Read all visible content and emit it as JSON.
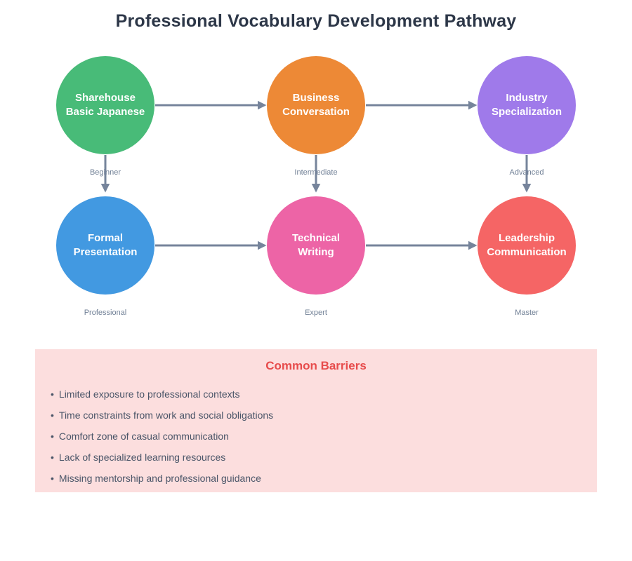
{
  "page": {
    "title": "Professional Vocabulary Development Pathway"
  },
  "diagram": {
    "arrow_color": "#76849b",
    "nodes": [
      {
        "label": "Sharehouse\nBasic Japanese",
        "level": "Beginner",
        "color": "#48bb78"
      },
      {
        "label": "Business\nConversation",
        "level": "Intermediate",
        "color": "#ed8936"
      },
      {
        "label": "Industry\nSpecialization",
        "level": "Advanced",
        "color": "#9f7aea"
      },
      {
        "label": "Formal\nPresentation",
        "level": "Professional",
        "color": "#4299e1"
      },
      {
        "label": "Technical\nWriting",
        "level": "Expert",
        "color": "#ed64a6"
      },
      {
        "label": "Leadership\nCommunication",
        "level": "Master",
        "color": "#f56565"
      }
    ],
    "connections": [
      "Sharehouse Basic Japanese -> Business Conversation",
      "Business Conversation -> Industry Specialization",
      "Sharehouse Basic Japanese -> Formal Presentation",
      "Business Conversation -> Technical Writing",
      "Industry Specialization -> Leadership Communication",
      "Formal Presentation -> Technical Writing",
      "Technical Writing -> Leadership Communication"
    ]
  },
  "barriers": {
    "title": "Common Barriers",
    "title_color": "#e74c4c",
    "panel_color": "#fcdede",
    "bullet": "•",
    "items": [
      "Limited exposure to professional contexts",
      "Time constraints from work and social obligations",
      "Comfort zone of casual communication",
      "Lack of specialized learning resources",
      "Missing mentorship and professional guidance"
    ]
  }
}
